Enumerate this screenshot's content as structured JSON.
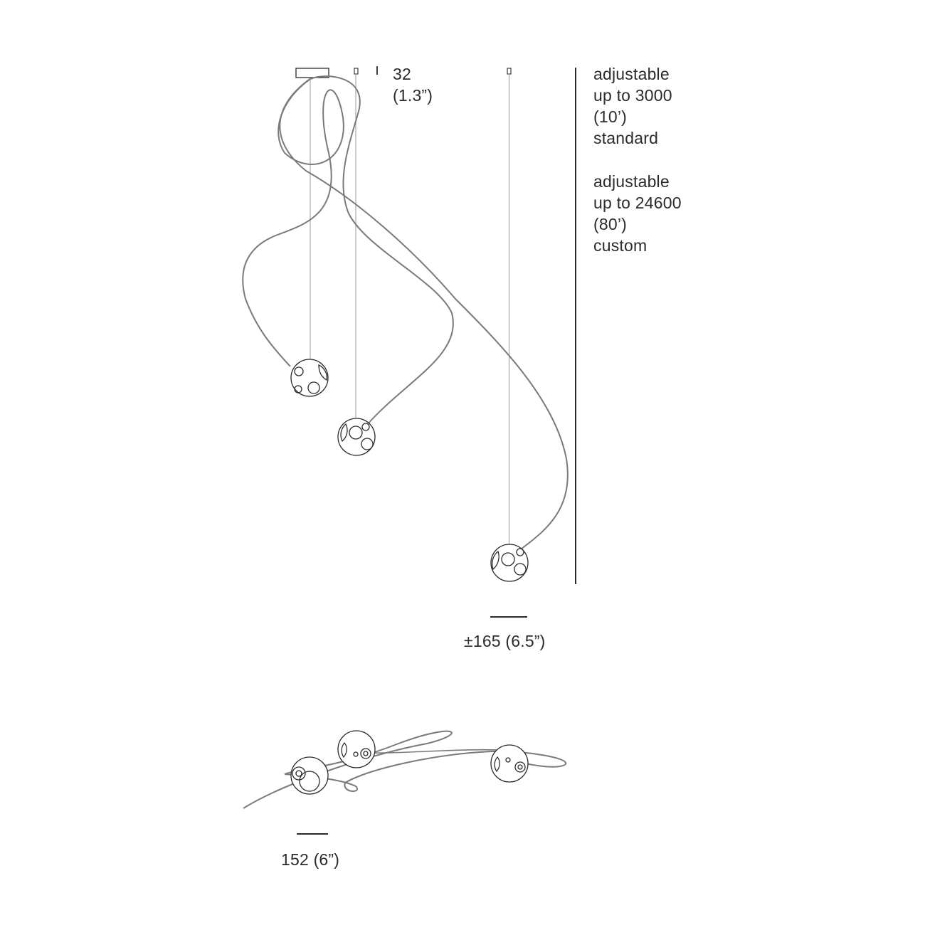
{
  "dimensions": {
    "canopy_height": {
      "value": "32",
      "imperial": "(1.3”)"
    },
    "length_standard": {
      "line1": "adjustable",
      "line2": "up to 3000",
      "line3": "(10’)",
      "line4": "standard"
    },
    "length_custom": {
      "line1": "adjustable",
      "line2": "up to 24600",
      "line3": "(80’)",
      "line4": "custom"
    },
    "pendant_diameter": "±165 (6.5”)",
    "bottom_view_dimension": "152 (6”)"
  },
  "colors": {
    "cable": "#7a7a7a",
    "line": "#2b2b2b",
    "suspension": "#9a9a9a"
  }
}
